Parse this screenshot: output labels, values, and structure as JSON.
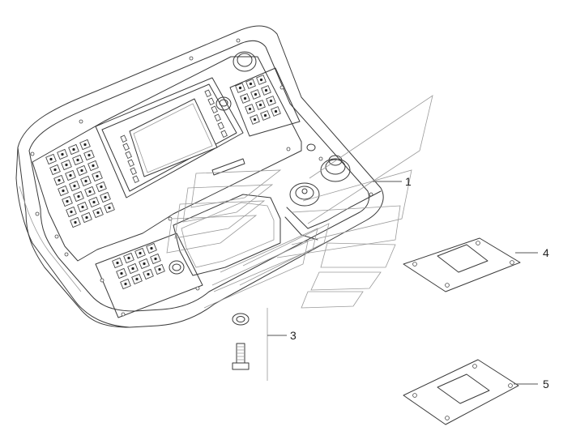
{
  "callouts": [
    {
      "id": "1",
      "label": "1"
    },
    {
      "id": "3",
      "label": "3"
    },
    {
      "id": "4",
      "label": "4"
    },
    {
      "id": "5",
      "label": "5"
    }
  ]
}
